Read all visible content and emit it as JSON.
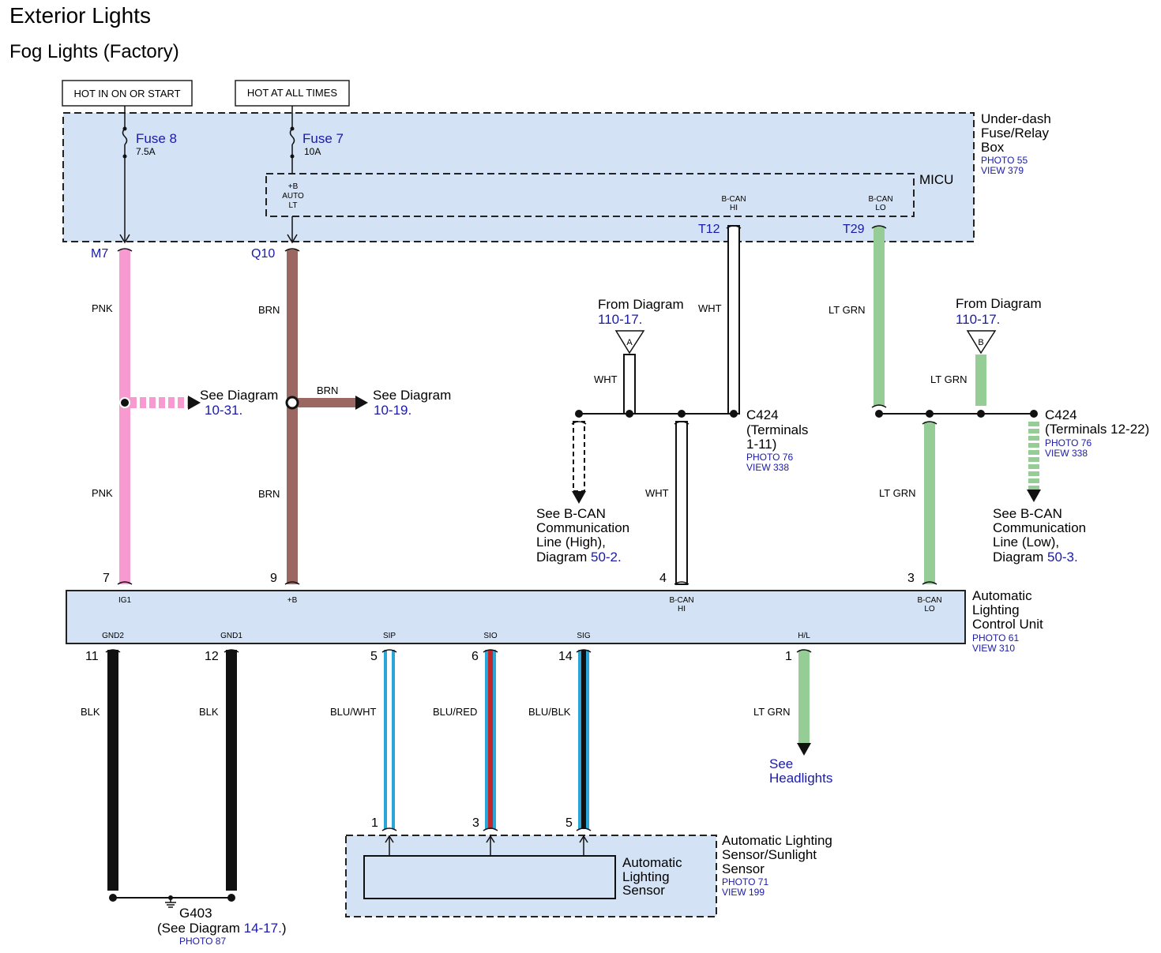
{
  "title": "Exterior Lights",
  "subtitle": "Fog Lights (Factory)",
  "power": {
    "hot_ign": "HOT IN ON OR START",
    "hot_all": "HOT AT ALL TIMES"
  },
  "fuse_box": {
    "name_1": "Under-dash",
    "name_2": "Fuse/Relay",
    "name_3": "Box",
    "photo": "PHOTO 55",
    "view": "VIEW 379",
    "fuse8": "Fuse 8",
    "fuse8_rating": "7.5A",
    "fuse7": "Fuse 7",
    "fuse7_rating": "10A",
    "micu": "MICU",
    "pin_b_1": "+B",
    "pin_b_2": "AUTO",
    "pin_b_3": "LT",
    "pin_hi_1": "B-CAN",
    "pin_hi_2": "HI",
    "pin_lo_1": "B-CAN",
    "pin_lo_2": "LO",
    "term_m7": "M7",
    "term_q10": "Q10",
    "term_t12": "T12",
    "term_t29": "T29"
  },
  "wires": {
    "pnk": "PNK",
    "brn": "BRN",
    "wht": "WHT",
    "lt_grn": "LT GRN",
    "blk": "BLK",
    "blu_wht": "BLU/WHT",
    "blu_red": "BLU/RED",
    "blu_blk": "BLU/BLK"
  },
  "refs": {
    "see": "See",
    "diagram": "Diagram",
    "d_10_31": "10-31.",
    "d_10_19": "10-19.",
    "from_diagram": "From Diagram",
    "d_110_17": "110-17.",
    "tri_a": "A",
    "tri_b": "B",
    "c424": "C424",
    "c424_t1": "(Terminals",
    "c424_t2": "1-11)",
    "c424_t3": "(Terminals 12-22)",
    "photo_76": "PHOTO 76",
    "view_338": "VIEW 338",
    "bcan_hi_1": "See B-CAN",
    "bcan_hi_2": "Communication",
    "bcan_hi_3": "Line (High),",
    "bcan_hi_4": "Diagram",
    "bcan_hi_ref": "50-2.",
    "bcan_lo_1": "See B-CAN",
    "bcan_lo_2": "Communication",
    "bcan_lo_3": "Line (Low),",
    "bcan_lo_4": "Diagram",
    "bcan_lo_ref": "50-3.",
    "see_hl_1": "See",
    "see_hl_2": "Headlights"
  },
  "alcu": {
    "name_1": "Automatic",
    "name_2": "Lighting",
    "name_3": "Control Unit",
    "photo": "PHOTO 61",
    "view": "VIEW 310",
    "pin_ig1": "IG1",
    "pin_b": "+B",
    "pin_hi_1": "B-CAN",
    "pin_hi_2": "HI",
    "pin_lo_1": "B-CAN",
    "pin_lo_2": "LO",
    "pin_gnd2": "GND2",
    "pin_gnd1": "GND1",
    "pin_sip": "SIP",
    "pin_sio": "SIO",
    "pin_sig": "SIG",
    "pin_hl": "H/L",
    "n7": "7",
    "n9": "9",
    "n4": "4",
    "n3": "3",
    "n11": "11",
    "n12": "12",
    "n5": "5",
    "n6": "6",
    "n14": "14",
    "n1": "1"
  },
  "sensor": {
    "name_1": "Automatic Lighting",
    "name_2": "Sensor/Sunlight",
    "name_3": "Sensor",
    "photo": "PHOTO 71",
    "view": "VIEW 199",
    "inner_1": "Automatic",
    "inner_2": "Lighting",
    "inner_3": "Sensor",
    "n1": "1",
    "n3": "3",
    "n5": "5"
  },
  "ground": {
    "name": "G403",
    "see": "(See Diagram",
    "ref": "14-17.",
    "close": ")",
    "photo": "PHOTO 87"
  },
  "colors": {
    "pnk": "#f79ad0",
    "brn": "#9b6763",
    "lt_grn": "#96cc96",
    "blue": "#2aa6d8",
    "red": "#c0282c",
    "black": "#111111",
    "box_fill": "#d3e3f5",
    "ref_blue": "#1a1aa8"
  }
}
